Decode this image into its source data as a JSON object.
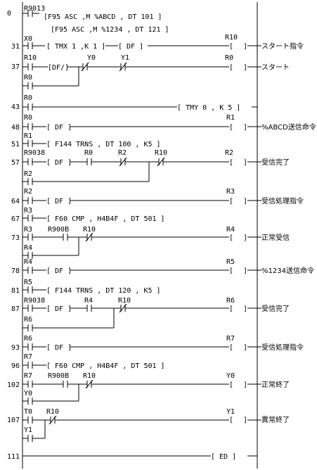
{
  "rungs": [
    {
      "step": "0",
      "labels": [
        "R9013"
      ],
      "instr": [
        "[F95 ASC ,M  %ABCD  , DT 101 ]",
        "[F95 ASC ,M  %1234  , DT 121 ]"
      ],
      "comment": ""
    },
    {
      "step": "31",
      "labels": [
        "X0",
        "R10"
      ],
      "instr": [
        "[ TMX 1 ,K 1 ]",
        "[ DF ]"
      ],
      "comment": "スタート指令"
    },
    {
      "step": "37",
      "labels": [
        "R10",
        "Y0",
        "Y1",
        "R0",
        "R0"
      ],
      "instr": [
        "[DF/]"
      ],
      "comment": "スタート"
    },
    {
      "step": "43",
      "labels": [
        "R0"
      ],
      "instr": [
        "[  TMY 0  , K  5  ]"
      ],
      "comment": ""
    },
    {
      "step": "48",
      "labels": [
        "R0",
        "R1"
      ],
      "instr": [
        "[ DF ]"
      ],
      "comment": "%ABCD送信命令"
    },
    {
      "step": "51",
      "labels": [
        "R1"
      ],
      "instr": [
        "[ F144 TRNS  , DT 100  , K5  ]"
      ],
      "comment": ""
    },
    {
      "step": "57",
      "labels": [
        "R9038",
        "R0",
        "R2",
        "R10",
        "R2",
        "R2"
      ],
      "instr": [
        "[ DF ]"
      ],
      "comment": "受信完了"
    },
    {
      "step": "64",
      "labels": [
        "R2",
        "R3"
      ],
      "instr": [
        "[ DF ]"
      ],
      "comment": "受信処理指令"
    },
    {
      "step": "67",
      "labels": [
        "R3"
      ],
      "instr": [
        "[ F60 CMP  , H4B4F   , DT 501  ]"
      ],
      "comment": ""
    },
    {
      "step": "73",
      "labels": [
        "R3",
        "R900B",
        "R10",
        "R4",
        "R4"
      ],
      "instr": [],
      "comment": "正常受信"
    },
    {
      "step": "78",
      "labels": [
        "R4",
        "R5"
      ],
      "instr": [
        "[ DF ]"
      ],
      "comment": "%1234送信命令"
    },
    {
      "step": "81",
      "labels": [
        "R5"
      ],
      "instr": [
        "[  F144 TRNS  , DT 120  , K5  ]"
      ],
      "comment": ""
    },
    {
      "step": "87",
      "labels": [
        "R9038",
        "R4",
        "R10",
        "R6",
        "R6"
      ],
      "instr": [
        "[ DF ]"
      ],
      "comment": "受信完了"
    },
    {
      "step": "93",
      "labels": [
        "R6",
        "R7"
      ],
      "instr": [
        "[ DF ]"
      ],
      "comment": "受信処理指令"
    },
    {
      "step": "96",
      "labels": [
        "R7"
      ],
      "instr": [
        "[ F60 CMP  , H4B4F   , DT 501  ]"
      ],
      "comment": ""
    },
    {
      "step": "102",
      "labels": [
        "R7",
        "R900B",
        "R10",
        "Y0",
        "Y0"
      ],
      "instr": [],
      "comment": "正常終了"
    },
    {
      "step": "107",
      "labels": [
        "T0",
        "R10",
        "Y1",
        "Y1"
      ],
      "instr": [],
      "comment": "異常終了"
    },
    {
      "step": "111",
      "labels": [],
      "instr": [
        "[  ED  ]"
      ],
      "comment": ""
    }
  ]
}
